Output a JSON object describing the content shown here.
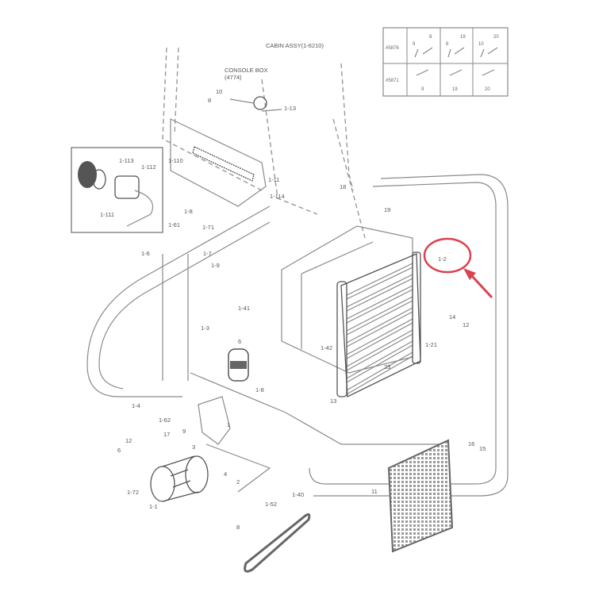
{
  "diagram": {
    "cabin_label": "CABIN ASSY(1-6210)",
    "console_label_1": "CONSOLE BOX",
    "console_label_2": "(4774)",
    "part_labels": [
      "10",
      "8",
      "1-13",
      "1-113",
      "1-112",
      "1-111",
      "1-110",
      "1-11",
      "1-114",
      "1-8",
      "1-71",
      "1-61",
      "1-6",
      "1-7",
      "1-9",
      "18",
      "19",
      "1-2",
      "1-41",
      "1-3",
      "6",
      "1-8",
      "1-42",
      "23",
      "13",
      "14",
      "12",
      "1-21",
      "1-4",
      "1-62",
      "17",
      "12",
      "6",
      "9",
      "3",
      "1",
      "1-72",
      "1-1",
      "4",
      "2",
      "1-52",
      "8",
      "1-40",
      "11",
      "16",
      "15"
    ],
    "highlight_color": "#d9434f",
    "highlighted_part": "1-2"
  },
  "variant_table": {
    "rows": [
      {
        "label": "#5876",
        "cells": [
          [
            "8",
            "9"
          ],
          [
            "19",
            "8"
          ],
          [
            "20",
            "10"
          ]
        ]
      },
      {
        "label": "#5871",
        "cells": [
          [
            "9"
          ],
          [
            "19"
          ],
          [
            "20"
          ]
        ]
      }
    ]
  }
}
